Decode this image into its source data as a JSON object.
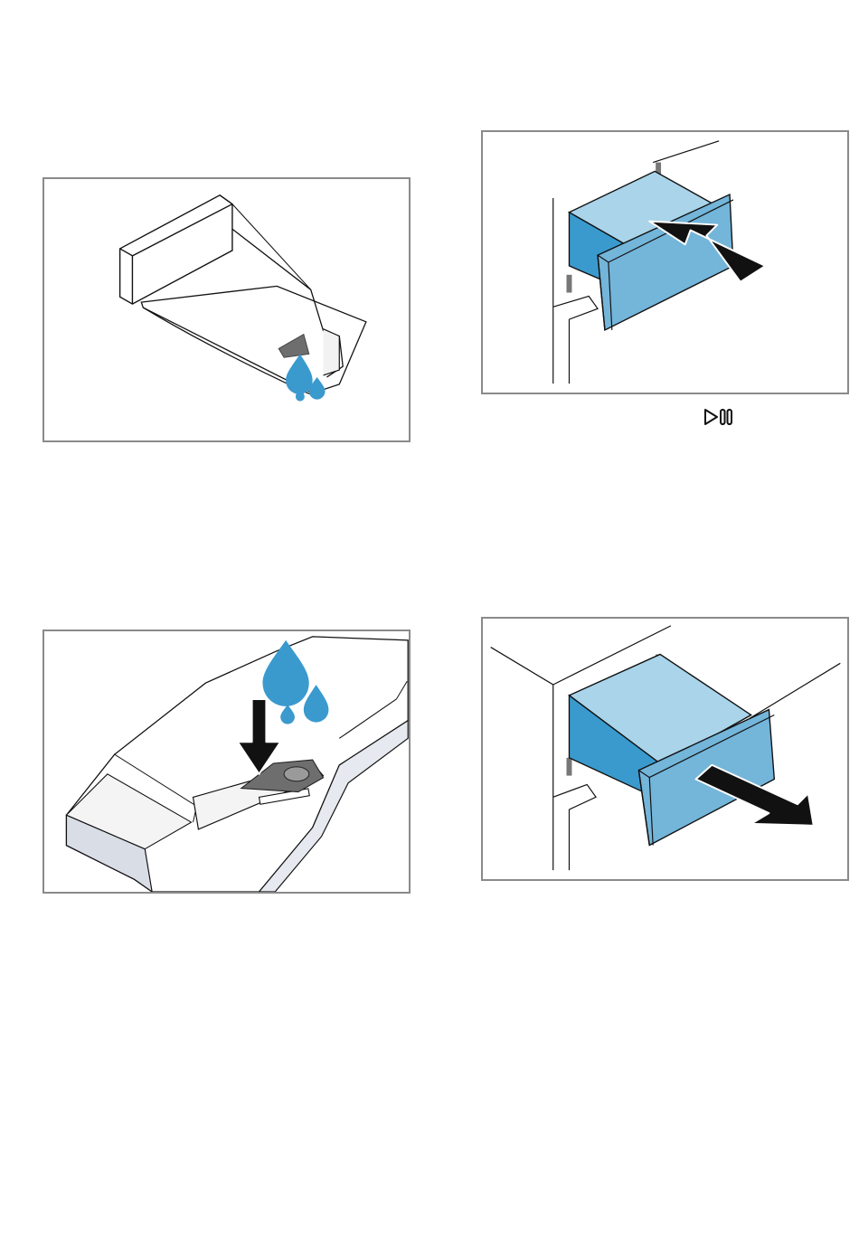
{
  "page": {
    "figures": [
      {
        "id": "fig-tl",
        "icon": "dripping-dispenser-icon"
      },
      {
        "id": "fig-tr",
        "icon": "insert-drawer-icon"
      },
      {
        "id": "fig-bl",
        "icon": "pour-liquid-icon"
      },
      {
        "id": "fig-br",
        "icon": "pull-out-drawer-icon"
      }
    ],
    "symbols": [
      {
        "icon": "play-pause-icon"
      }
    ],
    "colors": {
      "drawer_light": "#a9d4ea",
      "drawer_mid": "#74b5da",
      "drawer_dark": "#3a9ace",
      "droplet": "#3a9ace",
      "arrow": "#111111",
      "frame": "#8a8a8a"
    }
  }
}
